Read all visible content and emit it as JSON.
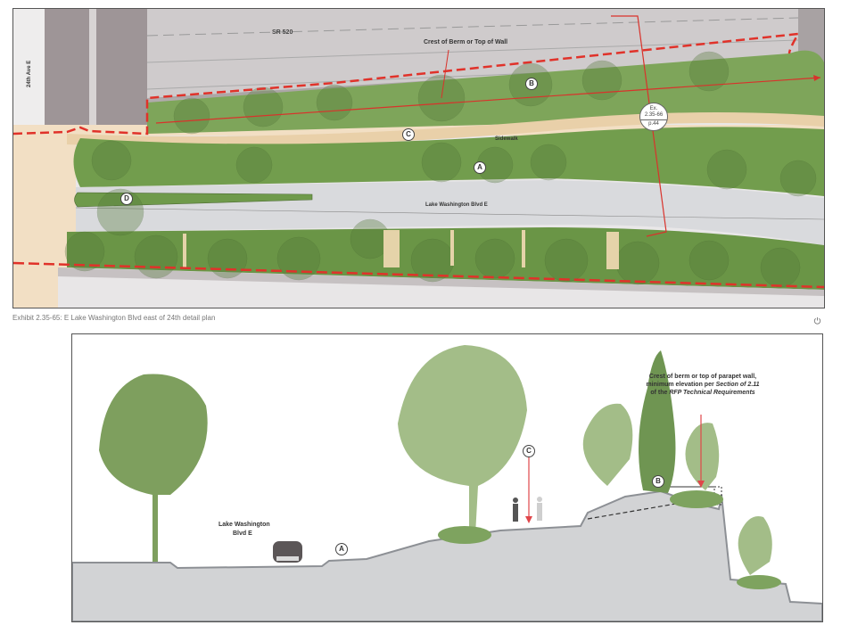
{
  "plan": {
    "labels": {
      "sr520": "SR 520",
      "street_24th": "24th Ave E",
      "crest_label": "Crest of Berm or Top of Wall",
      "sidewalk": "Sidewalk",
      "blvd": "Lake Washington Blvd E"
    },
    "markers": {
      "a": "A",
      "b": "B",
      "c": "C",
      "d": "D"
    },
    "section_ref": {
      "line1": "Ex.",
      "line2": "2.35-66",
      "line3": "p.44"
    },
    "colors": {
      "boundary": "#e0322a",
      "planting": "#6e9a4a",
      "sidewalk": "#e8cfa8",
      "roadway": "#d7d9dc",
      "highway": "#c9c6c7"
    }
  },
  "caption": "Exhibit 2.35-65: E Lake Washington Blvd east of 24th detail plan",
  "icons": {
    "power": "power-icon"
  },
  "section": {
    "labels": {
      "blvd_line1": "Lake Washington",
      "blvd_line2": "Blvd E",
      "note_line1": "Crest of berm or top of parapet wall,",
      "note_line2_a": "minimum elevation per ",
      "note_line2_b": "Section of 2.11",
      "note_line3_a": "of the ",
      "note_line3_b": "RFP Technical Requirements"
    },
    "markers": {
      "a": "A",
      "b": "B",
      "c": "C"
    },
    "colors": {
      "tree": "#8aab6a",
      "tree_dark": "#6e9354",
      "ground": "#d2d3d5",
      "arrow": "#e0464a"
    }
  }
}
